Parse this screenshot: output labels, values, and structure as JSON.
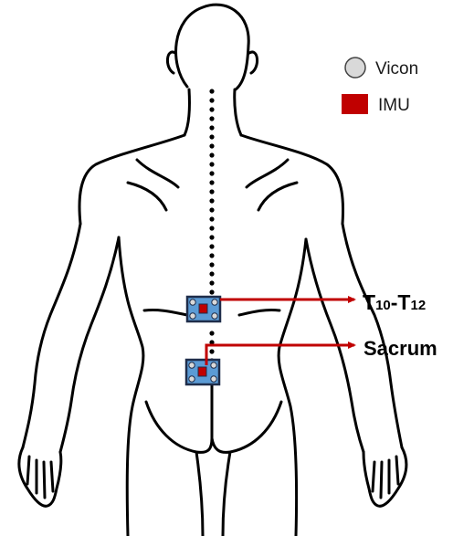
{
  "legend": {
    "vicon": {
      "label": "Vicon",
      "color": "#d9d9d9"
    },
    "imu": {
      "label": "IMU",
      "color": "#c00000"
    }
  },
  "labels": {
    "upper": {
      "prefix": "T",
      "sub1": "10",
      "dash": "-",
      "prefix2": "T",
      "sub2": "12"
    },
    "lower": "Sacrum"
  },
  "colors": {
    "arrow": "#c00000",
    "sensor_plate": "#5b9bd5",
    "sensor_border": "#1f2d4a",
    "outline": "#000000"
  }
}
